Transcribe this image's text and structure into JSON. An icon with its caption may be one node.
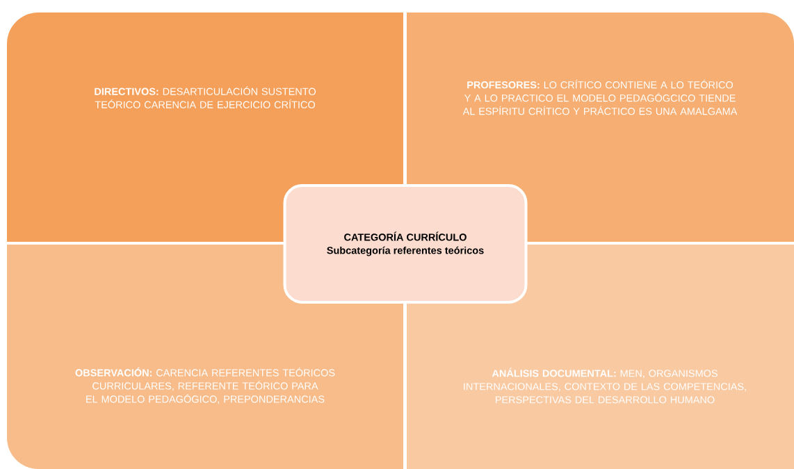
{
  "diagram": {
    "nodes": [
      {
        "text": [
          "**DIRECTIVOS:** DESARTICULACIÓN SUSTENTO TEÓRICO CARENCIA DE EJERCICIO CRÍTICO"
        ]
      },
      {
        "text": [
          "**PROFESORES:** LO CRÍTICO CONTIENE A LO TEÓRICO Y A LO PRACTICO EL MODELO PEDAGÓGCICO TIENDE AL ESPÍRITU CRÍTICO Y PRÁCTICO ES UNA AMALGAMA"
        ]
      },
      {
        "text": [
          "CATEGORÍA CURRÍCULO",
          "Subcategoría referentes teóricos"
        ]
      },
      {
        "text": [
          "**OBSERVACIÓN:** CARENCIA REFERENTES TEÓRICOS CURRICULARES, REFERENTE TEÓRICO PARA EL MODELO PEDAGÓGICO, PREPONDERANCIAS"
        ]
      },
      {
        "text": [
          "**ANÁLISIS DOCUMENTAL:** MEN, ORGANISMOS INTERNACIONALES, CONTEXTO DE LAS COMPETENCIAS, PERSPECTIVAS DEL DESARROLLO HUMANO"
        ]
      }
    ]
  }
}
